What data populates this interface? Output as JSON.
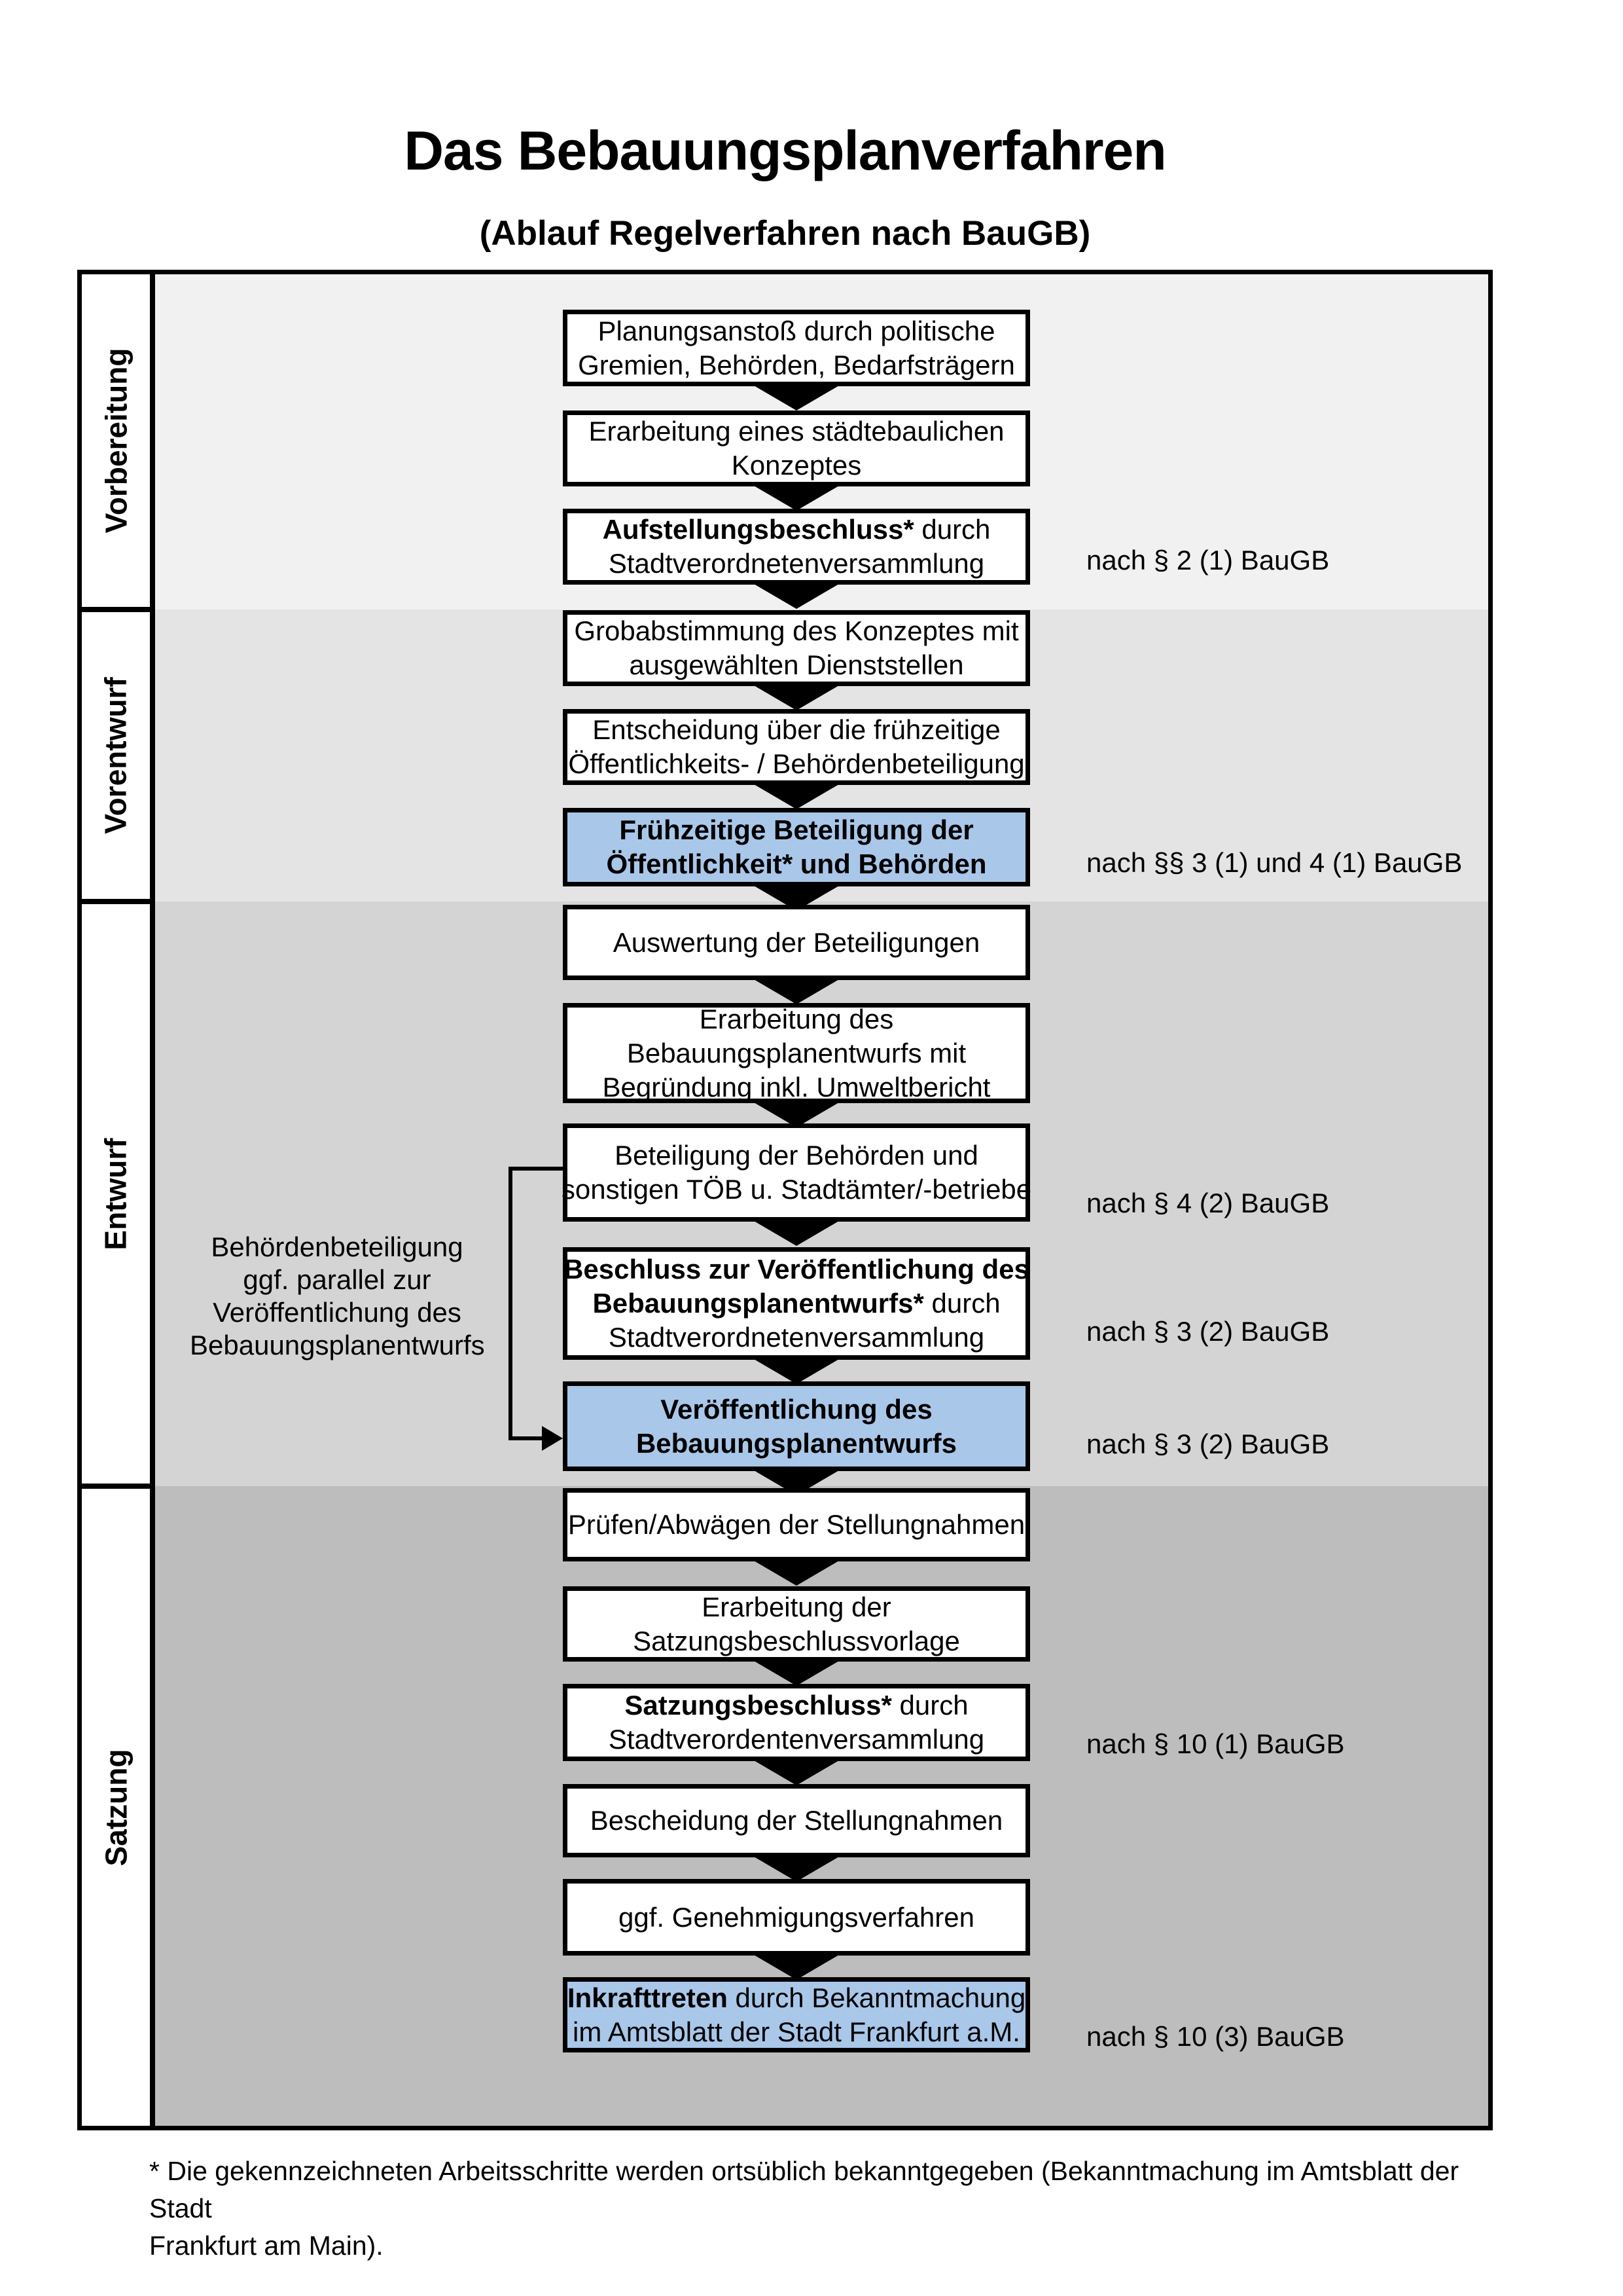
{
  "title": "Das Bebauungsplanverfahren",
  "subtitle": "(Ablauf Regelverfahren nach BauGB)",
  "colors": {
    "highlight_box": "#a9c7e9",
    "section_vorbereitung": "#f1f1f1",
    "section_vorentwurf": "#e4e4e4",
    "section_entwurf": "#d4d4d4",
    "section_satzung": "#bdbdbd"
  },
  "phases": [
    {
      "label": "Vorbereitung"
    },
    {
      "label": "Vorentwurf"
    },
    {
      "label": "Entwurf"
    },
    {
      "label": "Satzung"
    }
  ],
  "steps": {
    "s1": {
      "l1": "Planungsanstoß durch politische",
      "l2": "Gremien, Behörden, Bedarfsträgern"
    },
    "s2": {
      "l1": "Erarbeitung eines städtebaulichen",
      "l2": "Konzeptes"
    },
    "s3": {
      "l1b": "Aufstellungsbeschluss*",
      "l1r": " durch",
      "l2": "Stadtverordnetenversammlung"
    },
    "s4": {
      "l1": "Grobabstimmung des Konzeptes mit",
      "l2": "ausgewählten Dienststellen"
    },
    "s5": {
      "l1": "Entscheidung über die frühzeitige",
      "l2": "Öffentlichkeits- / Behördenbeteiligung"
    },
    "s6": {
      "l1": "Frühzeitige Beteiligung der",
      "l2": "Öffentlichkeit* und Behörden"
    },
    "s7": {
      "l1": "Auswertung der Beteiligungen"
    },
    "s8": {
      "l1": "Erarbeitung des",
      "l2": "Bebauungsplanentwurfs mit",
      "l3": "Begründung inkl. Umweltbericht"
    },
    "s9": {
      "l1": "Beteiligung der Behörden und",
      "l2": "sonstigen TÖB u. Stadtämter/-betriebe"
    },
    "s10": {
      "l1": "Beschluss zur Veröffentlichung des",
      "l2b": "Bebauungsplanentwurfs*",
      "l2r": " durch",
      "l3": "Stadtverordnetenversammlung"
    },
    "s11": {
      "l1": "Veröffentlichung des",
      "l2": "Bebauungsplanentwurfs"
    },
    "s12": {
      "l1": "Prüfen/Abwägen der Stellungnahmen"
    },
    "s13": {
      "l1": "Erarbeitung der",
      "l2": "Satzungsbeschlussvorlage"
    },
    "s14": {
      "l1b": "Satzungsbeschluss*",
      "l1r": " durch",
      "l2": "Stadtverordentenversammlung"
    },
    "s15": {
      "l1": "Bescheidung der Stellungnahmen"
    },
    "s16": {
      "l1": "ggf. Genehmigungsverfahren"
    },
    "s17": {
      "l1b": "Inkrafttreten",
      "l1r": " durch Bekanntmachung",
      "l2": "im Amtsblatt der Stadt Frankfurt a.M."
    }
  },
  "legal_notes": {
    "n1": "nach § 2 (1) BauGB",
    "n2": "nach §§ 3 (1) und 4 (1) BauGB",
    "n3": "nach § 4 (2) BauGB",
    "n4": "nach § 3 (2) BauGB",
    "n5": "nach § 3 (2) BauGB",
    "n6": "nach § 10 (1) BauGB",
    "n7": "nach § 10 (3) BauGB"
  },
  "side_note": {
    "l1": "Behördenbeteiligung",
    "l2": "ggf. parallel zur",
    "l3": "Veröffentlichung des",
    "l4": "Bebauungsplanentwurfs"
  },
  "footnote": {
    "line1": "* Die gekennzeichneten Arbeitsschritte werden ortsüblich bekanntgegeben (Bekanntmachung im Amtsblatt  der Stadt",
    "line2": "Frankfurt am Main)."
  }
}
